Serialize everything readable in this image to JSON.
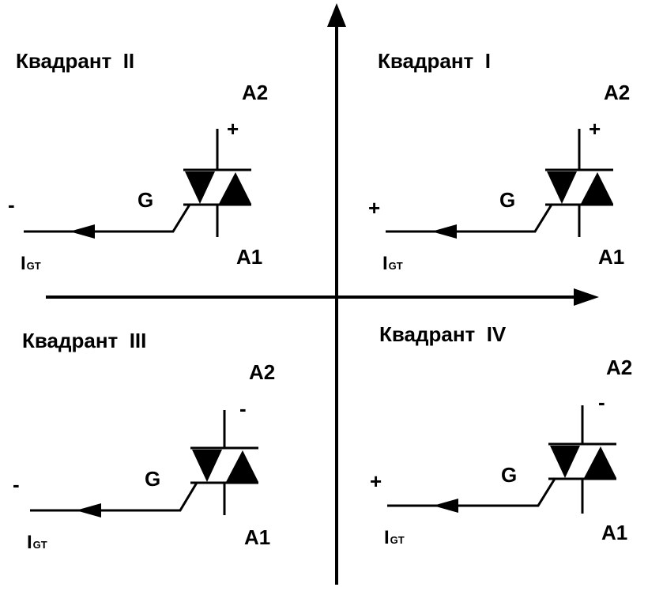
{
  "axes": {
    "arrow_color": "#000000"
  },
  "quadrants": [
    {
      "id": "q2",
      "title": "Квадрант  II",
      "a2": "A2",
      "a1": "A1",
      "gate": "G",
      "a2_sign": "+",
      "gate_sign": "-",
      "current_main": "I",
      "current_sub": "GT"
    },
    {
      "id": "q1",
      "title": "Квадрант  I",
      "a2": "A2",
      "a1": "A1",
      "gate": "G",
      "a2_sign": "+",
      "gate_sign": "+",
      "current_main": "I",
      "current_sub": "GT"
    },
    {
      "id": "q3",
      "title": "Квадрант  III",
      "a2": "A2",
      "a1": "A1",
      "gate": "G",
      "a2_sign": "-",
      "gate_sign": "-",
      "current_main": "I",
      "current_sub": "GT"
    },
    {
      "id": "q4",
      "title": "Квадрант  IV",
      "a2": "A2",
      "a1": "A1",
      "gate": "G",
      "a2_sign": "-",
      "gate_sign": "+",
      "current_main": "I",
      "current_sub": "GT"
    }
  ]
}
